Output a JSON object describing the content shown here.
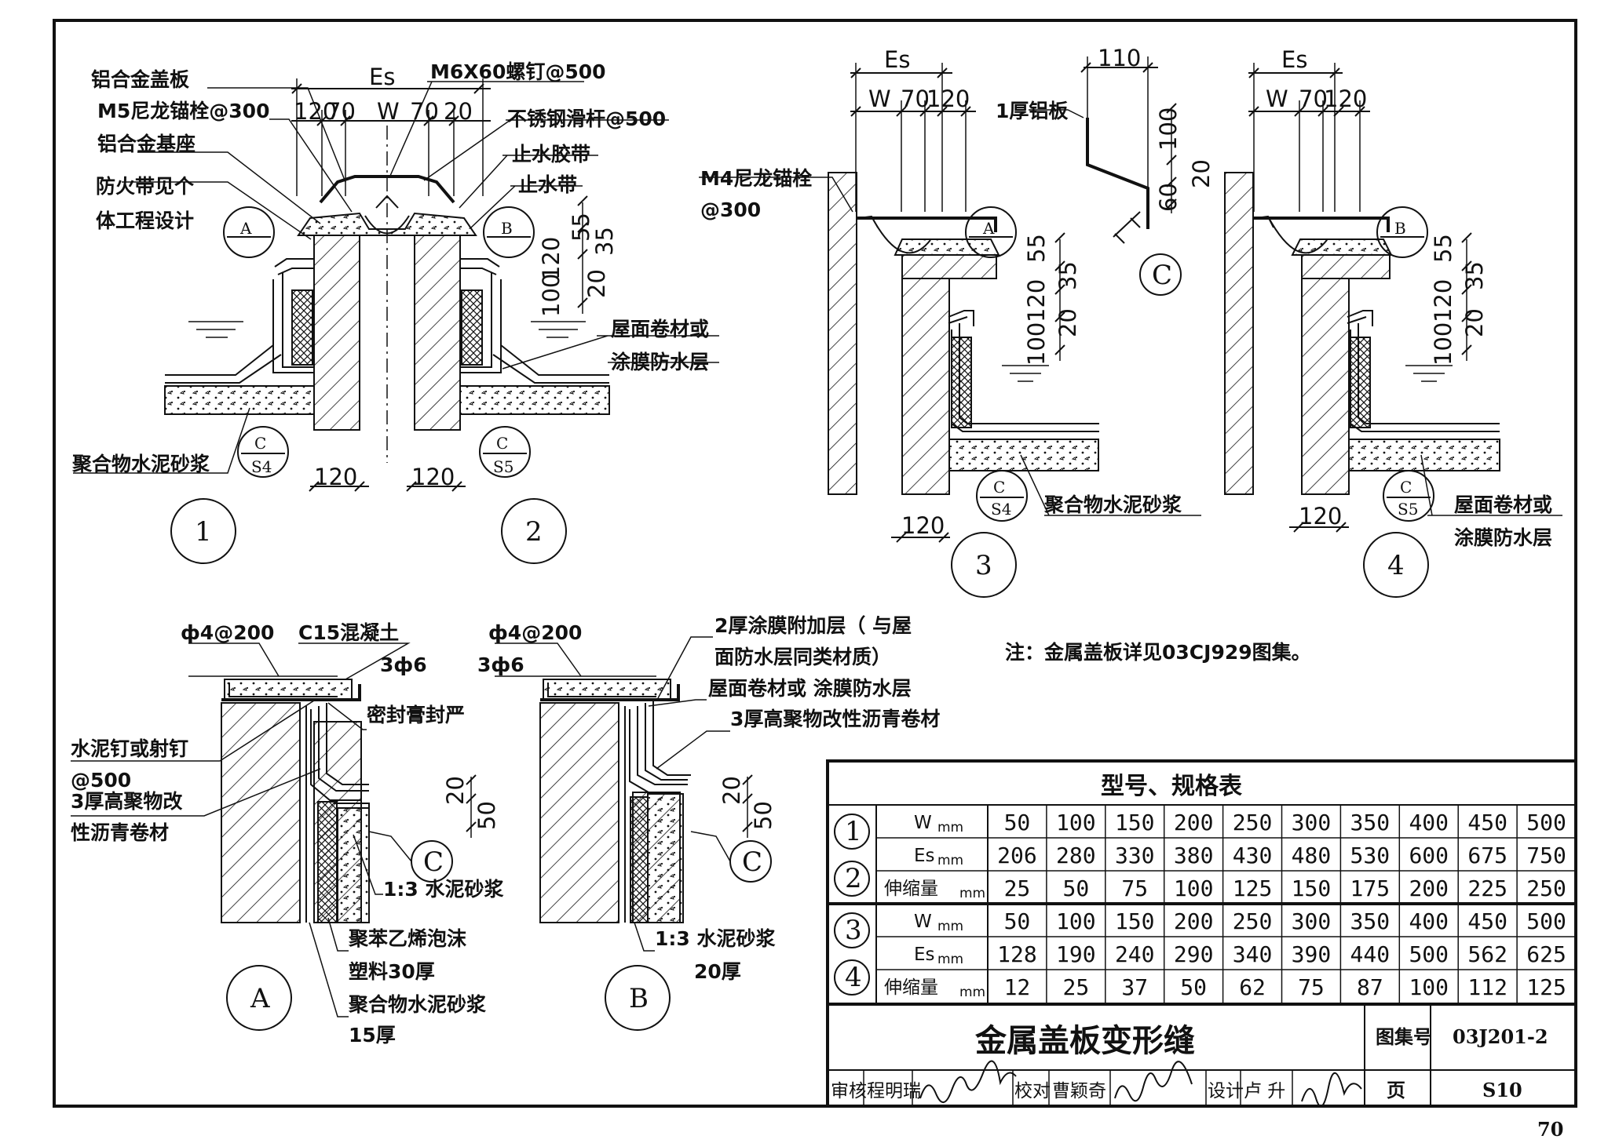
{
  "drawing": {
    "title": "金属盖板变形缝",
    "atlas_label": "图集号",
    "atlas_number": "03J201-2",
    "page_label": "页",
    "page_code": "S10",
    "sheet_number": "70",
    "note": "注：金属盖板详见03CJ929图集。",
    "signatures": [
      {
        "role": "审核",
        "name": "程明瑞"
      },
      {
        "role": "校对",
        "name": "曹颖奇"
      },
      {
        "role": "设计",
        "name": "卢 升"
      }
    ]
  },
  "details": {
    "d1": "1",
    "d2": "2",
    "d3": "3",
    "d4": "4",
    "dA": "A",
    "dB": "B",
    "C": "C",
    "A": "A",
    "B": "B",
    "S4": "S4",
    "S5": "S5"
  },
  "labels": {
    "cover_plate": "铝合金盖板",
    "screw": "M6X60螺钉@500",
    "anchor_m5": "M5尼龙锚栓@300",
    "slide_rod": "不锈钢滑杆@500",
    "base": "铝合金基座",
    "water_tape": "止水胶带",
    "firestop_1": "防火带见个",
    "firestop_2": "体工程设计",
    "waterstop": "止水带",
    "roof_mem_1": "屋面卷材或",
    "roof_mem_2": "涂膜防水层",
    "polymer_mortar": "聚合物水泥砂浆",
    "anchor_m4": "M4尼龙锚栓",
    "anchor_m4_spacing": "@300",
    "al_plate": "1厚铝板",
    "rebar_4": "ф4@200",
    "c15": "C15混凝土",
    "bar_3": "3ф6",
    "sealant": "密封膏封严",
    "nail_1": "水泥钉或射钉",
    "nail_2": "@500",
    "sbs_1": "3厚高聚物改",
    "sbs_2": "性沥青卷材",
    "mortar_13": "1:3 水泥砂浆",
    "eps_1": "聚苯乙烯泡沫",
    "eps_2": "塑料30厚",
    "polymer_mortar_15": "聚合物水泥砂浆",
    "thk15": "15厚",
    "coat_1": "2厚涂膜附加层（ 与屋",
    "coat_2": "面防水层同类材质）",
    "roof_mem_full": "屋面卷材或 涂膜防水层",
    "sbs_full": "3厚高聚物改性沥青卷材",
    "thk20": "20厚"
  },
  "dims": {
    "Es": "Es",
    "W": "W",
    "d120": "120",
    "d70": "70",
    "d20": "20",
    "d55": "55",
    "d35": "35",
    "d100": "100",
    "d110": "110",
    "d60": "60",
    "d50": "50"
  },
  "table": {
    "title": "型号、规格表",
    "groups": [
      {
        "ids": [
          "1",
          "2"
        ],
        "rows": [
          {
            "label": "W",
            "unit": "mm",
            "values": [
              "50",
              "100",
              "150",
              "200",
              "250",
              "300",
              "350",
              "400",
              "450",
              "500"
            ]
          },
          {
            "label": "Es",
            "unit": "mm",
            "values": [
              "206",
              "280",
              "330",
              "380",
              "430",
              "480",
              "530",
              "600",
              "675",
              "750"
            ]
          },
          {
            "label": "伸缩量",
            "unit": "mm",
            "values": [
              "25",
              "50",
              "75",
              "100",
              "125",
              "150",
              "175",
              "200",
              "225",
              "250"
            ]
          }
        ]
      },
      {
        "ids": [
          "3",
          "4"
        ],
        "rows": [
          {
            "label": "W",
            "unit": "mm",
            "values": [
              "50",
              "100",
              "150",
              "200",
              "250",
              "300",
              "350",
              "400",
              "450",
              "500"
            ]
          },
          {
            "label": "Es",
            "unit": "mm",
            "values": [
              "128",
              "190",
              "240",
              "290",
              "340",
              "390",
              "440",
              "500",
              "562",
              "625"
            ]
          },
          {
            "label": "伸缩量",
            "unit": "mm",
            "values": [
              "12",
              "25",
              "37",
              "50",
              "62",
              "75",
              "87",
              "100",
              "112",
              "125"
            ]
          }
        ]
      }
    ]
  }
}
